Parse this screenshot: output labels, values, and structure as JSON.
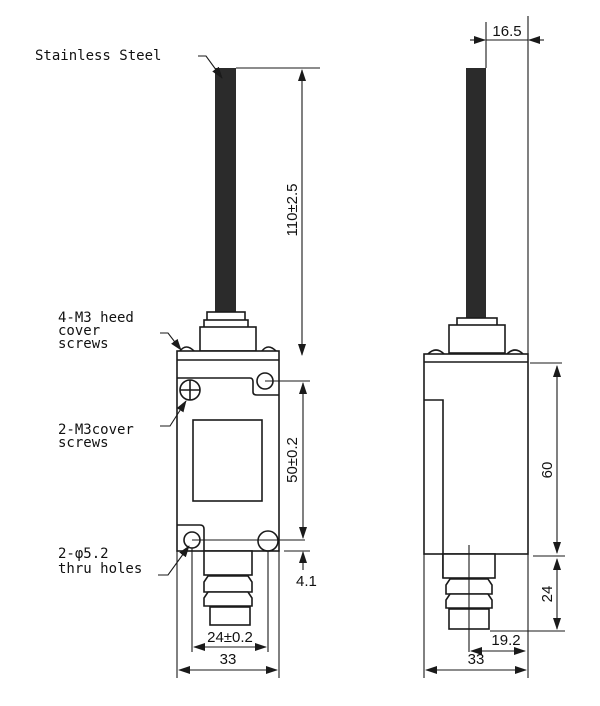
{
  "labels": {
    "rod_material": "Stainless Steel",
    "head_screws": [
      "4-M3 heed",
      "cover",
      "screws"
    ],
    "cover_screws": [
      "2-M3cover",
      "screws"
    ],
    "holes": [
      "2-φ5.2",
      "thru holes"
    ]
  },
  "front_view": {
    "rod_length": "110±2.5",
    "hole_pitch_vertical": "50±0.2",
    "hole_offset_bottom": "4.1",
    "hole_pitch_horizontal": "24±0.2",
    "width": "33"
  },
  "side_view": {
    "rod_offset": "16.5",
    "body_height": "60",
    "plunger_height": "24",
    "plunger_offset": "19.2",
    "width": "33"
  },
  "colors": {
    "line": "#1a1a1a",
    "rod": "#2b2b2b"
  }
}
